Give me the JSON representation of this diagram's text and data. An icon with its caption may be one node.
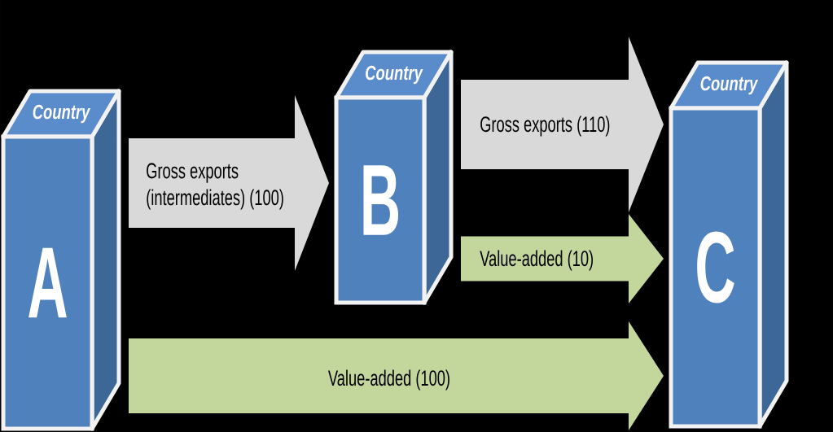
{
  "diagram": {
    "nodes": [
      {
        "text": [
          "Country",
          "A"
        ]
      },
      {
        "text": [
          "Country",
          "B"
        ]
      },
      {
        "text": [
          "Country",
          "C"
        ]
      }
    ],
    "edges": [
      {
        "from": 0,
        "to": 1,
        "arrow": "to",
        "label": "Gross exports (intermediates) (100)",
        "color": "#d9d9d9"
      },
      {
        "from": 1,
        "to": 2,
        "arrow": "to",
        "label": "Gross exports (110)",
        "color": "#d9d9d9"
      },
      {
        "from": 1,
        "to": 2,
        "arrow": "to",
        "label": "Value-added (10)",
        "color": "#c3d69b"
      },
      {
        "from": 0,
        "to": 2,
        "arrow": "to",
        "label": "Value-added (100)",
        "color": "#c3d69b"
      }
    ]
  }
}
